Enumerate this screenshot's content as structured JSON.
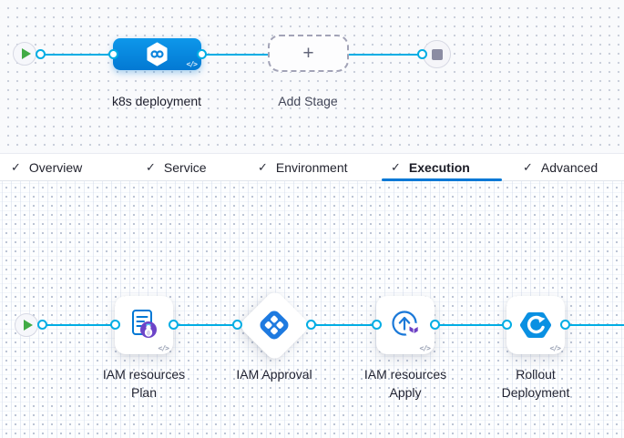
{
  "colors": {
    "accent_blue": "#0278d5",
    "connector_cyan": "#00ade4",
    "stage_node_blue": "#0d97ea",
    "approval_icon_blue": "#1e7ae0",
    "plan_badge_purple": "#6d44c8",
    "terraform_purple": "#6c40c4",
    "play_green": "#42ab45",
    "stop_square_gray": "#8b8ca3"
  },
  "glyphs": {
    "check": "✓",
    "plus": "+",
    "code": "</>"
  },
  "stage_pipeline": {
    "stage_label": "k8s deployment",
    "add_stage_label": "Add Stage"
  },
  "tabs": [
    {
      "label": "Overview"
    },
    {
      "label": "Service"
    },
    {
      "label": "Environment"
    },
    {
      "label": "Execution"
    },
    {
      "label": "Advanced"
    }
  ],
  "active_tab": "Execution",
  "execution_steps": [
    {
      "line1": "IAM resources",
      "line2": "Plan",
      "icon": "terraform-plan-icon"
    },
    {
      "line1": "IAM Approval",
      "line2": "",
      "icon": "harness-approval-icon"
    },
    {
      "line1": "IAM resources",
      "line2": "Apply",
      "icon": "terraform-apply-icon"
    },
    {
      "line1": "Rollout",
      "line2": "Deployment",
      "icon": "k8s-rollout-icon"
    }
  ]
}
